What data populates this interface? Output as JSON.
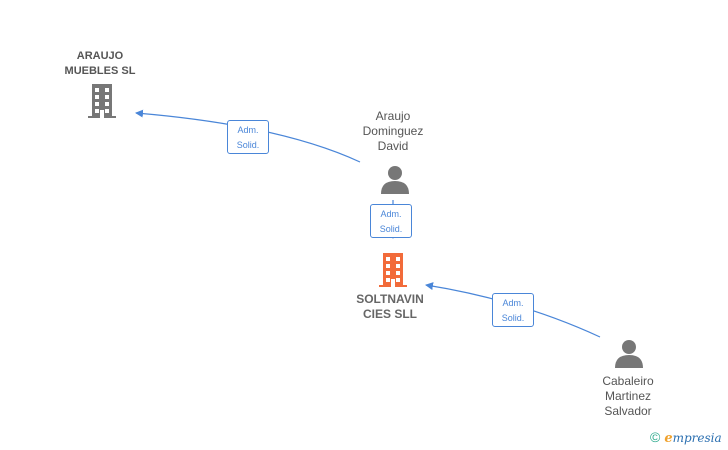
{
  "nodes": {
    "araujo_muebles": {
      "line1": "ARAUJO",
      "line2": "MUEBLES SL",
      "type": "company"
    },
    "araujo_dominguez": {
      "line1": "Araujo",
      "line2": "Dominguez",
      "line3": "David",
      "type": "person"
    },
    "soltnavin": {
      "line1": "SOLTNAVIN",
      "line2": "CIES  SLL",
      "type": "company-main"
    },
    "cabaleiro": {
      "line1": "Cabaleiro",
      "line2": "Martinez",
      "line3": "Salvador",
      "type": "person"
    }
  },
  "relations": [
    {
      "from": "Araujo Dominguez David",
      "to": "ARAUJO MUEBLES SL",
      "line1": "Adm.",
      "line2": "Solid."
    },
    {
      "from": "Araujo Dominguez David",
      "to": "SOLTNAVIN CIES SLL",
      "line1": "Adm.",
      "line2": "Solid."
    },
    {
      "from": "Cabaleiro Martinez Salvador",
      "to": "SOLTNAVIN CIES SLL",
      "line1": "Adm.",
      "line2": "Solid."
    }
  ],
  "colors": {
    "edge": "#4a86d8",
    "company_icon": "#777777",
    "main_company_icon": "#f26b3a",
    "person_icon": "#777777"
  },
  "brand": {
    "copyright": "©",
    "e": "e",
    "rest": "mpresia"
  }
}
